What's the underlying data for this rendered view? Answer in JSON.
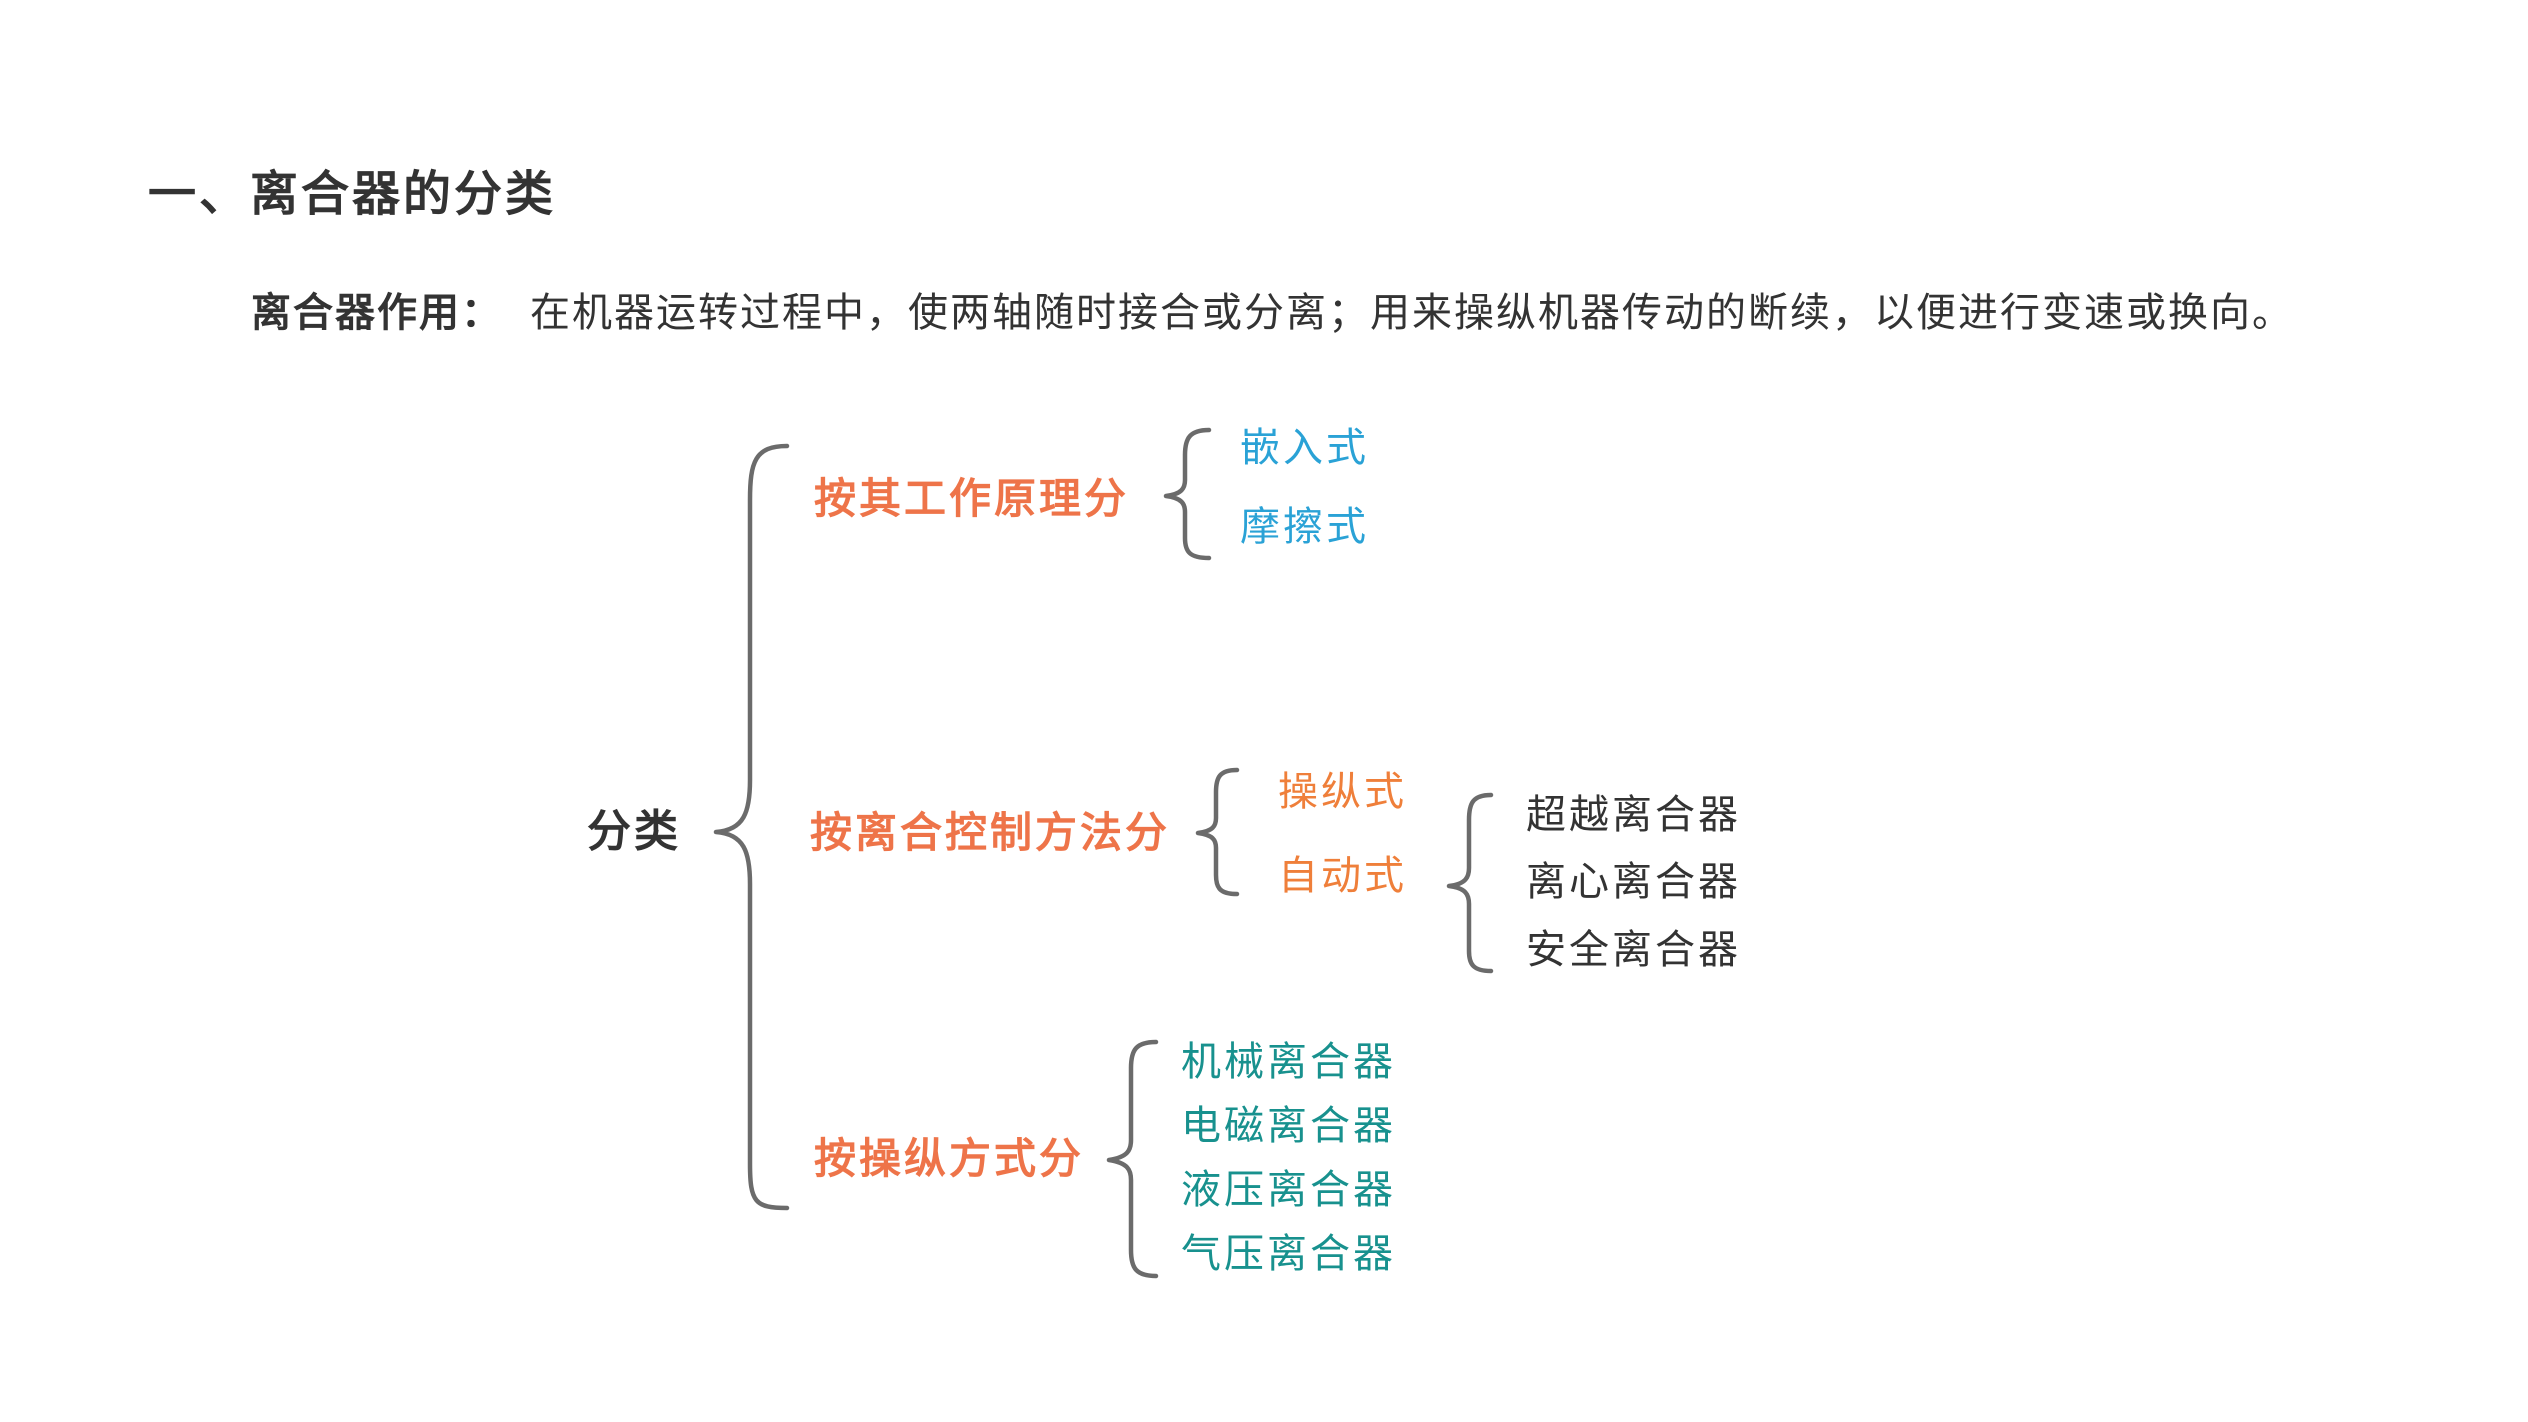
{
  "heading": "一、离合器的分类",
  "intro": {
    "label": "离合器作用：",
    "text": "在机器运转过程中，使两轴随时接合或分离；用来操纵机器传动的断续，以便进行变速或换向。"
  },
  "diagram": {
    "root": "分类",
    "by_principle": {
      "label": "按其工作原理分",
      "items": [
        "嵌入式",
        "摩擦式"
      ]
    },
    "by_control": {
      "label": "按离合控制方法分",
      "items": [
        "操纵式",
        "自动式"
      ],
      "auto_items": [
        "超越离合器",
        "离心离合器",
        "安全离合器"
      ]
    },
    "by_operation": {
      "label": "按操纵方式分",
      "items": [
        "机械离合器",
        "电磁离合器",
        "液压离合器",
        "气压离合器"
      ]
    }
  },
  "colors": {
    "level1": "#ee7449",
    "principle_items": "#2aa2d6",
    "control_items": "#ef7f3a",
    "auto_items": "#333333",
    "operation_items": "#18918e",
    "brace": "#6b6b6b"
  }
}
